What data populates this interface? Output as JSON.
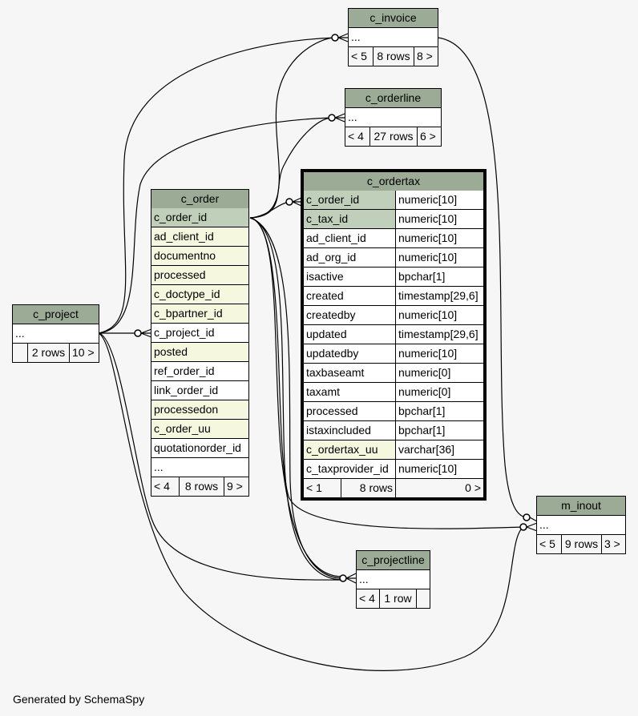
{
  "tables": {
    "c_invoice": {
      "title": "c_invoice",
      "ellipsis": "...",
      "nav": [
        "< 5",
        "8 rows",
        "8 >"
      ]
    },
    "c_orderline": {
      "title": "c_orderline",
      "ellipsis": "...",
      "nav": [
        "< 4",
        "27 rows",
        "6 >"
      ]
    },
    "c_ordertax": {
      "title": "c_ordertax",
      "columns": [
        {
          "name": "c_order_id",
          "type": "numeric[10]",
          "kind": "pk"
        },
        {
          "name": "c_tax_id",
          "type": "numeric[10]",
          "kind": "pk"
        },
        {
          "name": "ad_client_id",
          "type": "numeric[10]",
          "kind": "plain"
        },
        {
          "name": "ad_org_id",
          "type": "numeric[10]",
          "kind": "plain"
        },
        {
          "name": "isactive",
          "type": "bpchar[1]",
          "kind": "plain"
        },
        {
          "name": "created",
          "type": "timestamp[29,6]",
          "kind": "plain"
        },
        {
          "name": "createdby",
          "type": "numeric[10]",
          "kind": "plain"
        },
        {
          "name": "updated",
          "type": "timestamp[29,6]",
          "kind": "plain"
        },
        {
          "name": "updatedby",
          "type": "numeric[10]",
          "kind": "plain"
        },
        {
          "name": "taxbaseamt",
          "type": "numeric[0]",
          "kind": "plain"
        },
        {
          "name": "taxamt",
          "type": "numeric[0]",
          "kind": "plain"
        },
        {
          "name": "processed",
          "type": "bpchar[1]",
          "kind": "plain"
        },
        {
          "name": "istaxincluded",
          "type": "bpchar[1]",
          "kind": "plain"
        },
        {
          "name": "c_ordertax_uu",
          "type": "varchar[36]",
          "kind": "idx"
        },
        {
          "name": "c_taxprovider_id",
          "type": "numeric[10]",
          "kind": "plain"
        }
      ],
      "nav": [
        "< 1",
        "8 rows",
        "0 >"
      ]
    },
    "c_order": {
      "title": "c_order",
      "columns": [
        {
          "name": "c_order_id",
          "kind": "pk"
        },
        {
          "name": "ad_client_id",
          "kind": "idx"
        },
        {
          "name": "documentno",
          "kind": "idx"
        },
        {
          "name": "processed",
          "kind": "idx"
        },
        {
          "name": "c_doctype_id",
          "kind": "idx"
        },
        {
          "name": "c_bpartner_id",
          "kind": "idx"
        },
        {
          "name": "c_project_id",
          "kind": "plain"
        },
        {
          "name": "posted",
          "kind": "idx"
        },
        {
          "name": "ref_order_id",
          "kind": "plain"
        },
        {
          "name": "link_order_id",
          "kind": "plain"
        },
        {
          "name": "processedon",
          "kind": "idx"
        },
        {
          "name": "c_order_uu",
          "kind": "idx"
        },
        {
          "name": "quotationorder_id",
          "kind": "plain"
        },
        {
          "name": "...",
          "kind": "plain"
        }
      ],
      "nav": [
        "< 4",
        "8 rows",
        "9 >"
      ]
    },
    "c_project": {
      "title": "c_project",
      "ellipsis": "...",
      "nav": [
        "",
        "2 rows",
        "10 >"
      ]
    },
    "m_inout": {
      "title": "m_inout",
      "ellipsis": "...",
      "nav": [
        "< 5",
        "9 rows",
        "3 >"
      ]
    },
    "c_projectline": {
      "title": "c_projectline",
      "ellipsis": "...",
      "nav": [
        "< 4",
        "1 row",
        ""
      ]
    }
  },
  "footer": "Generated by SchemaSpy",
  "colors": {
    "header": "#9bab96",
    "primary_key": "#bfcfba",
    "indexed": "#f5f7df",
    "background": "#f6f6f6"
  }
}
